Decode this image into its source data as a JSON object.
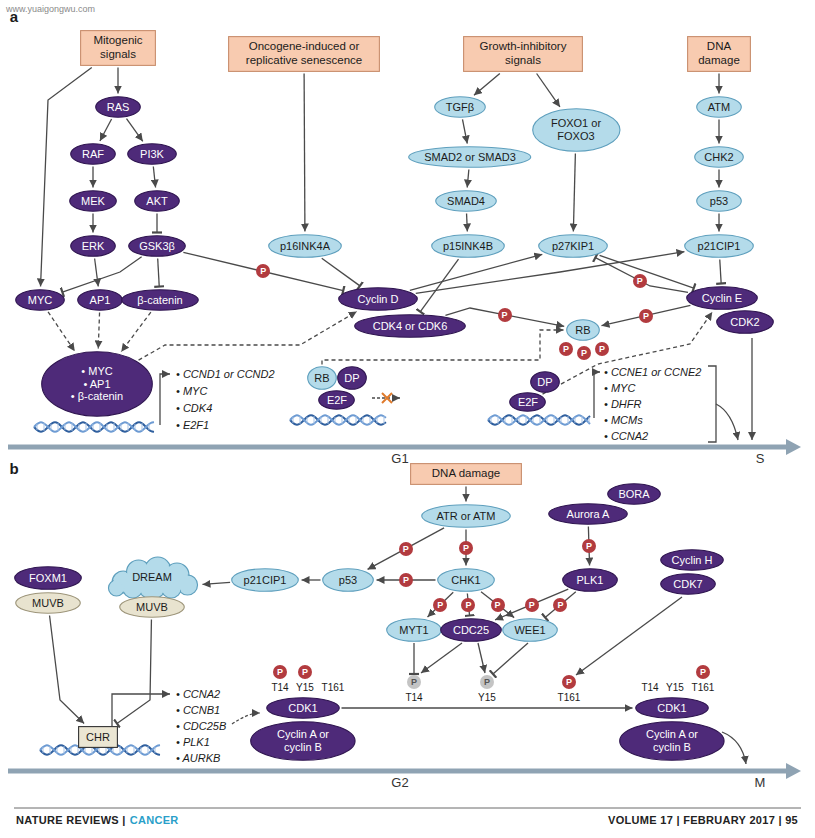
{
  "diagram": {
    "nodes": [
      {
        "text": [
          "Mitogenic signals"
        ]
      },
      {
        "text": [
          "RAS"
        ]
      },
      {
        "text": [
          "RAF"
        ]
      },
      {
        "text": [
          "PI3K"
        ]
      },
      {
        "text": [
          "MEK"
        ]
      },
      {
        "text": [
          "AKT"
        ]
      },
      {
        "text": [
          "ERK"
        ]
      },
      {
        "text": [
          "GSK3β"
        ]
      },
      {
        "text": [
          "MYC"
        ]
      },
      {
        "text": [
          "AP1"
        ]
      },
      {
        "text": [
          "β-catenin"
        ]
      },
      {
        "text": [
          "• MYC",
          "• AP1",
          "• β-catenin"
        ]
      },
      {
        "text": [
          "Oncogene-induced or replicative senescence"
        ]
      },
      {
        "text": [
          "p16INK4A"
        ]
      },
      {
        "text": [
          "Growth-inhibitory signals"
        ]
      },
      {
        "text": [
          "TGFβ"
        ]
      },
      {
        "text": [
          "SMAD2 or SMAD3"
        ]
      },
      {
        "text": [
          "SMAD4"
        ]
      },
      {
        "text": [
          "p15INK4B"
        ]
      },
      {
        "text": [
          "FOXO1 or FOXO3"
        ]
      },
      {
        "text": [
          "p27KIP1"
        ]
      },
      {
        "text": [
          "DNA damage"
        ]
      },
      {
        "text": [
          "ATM"
        ]
      },
      {
        "text": [
          "CHK2"
        ]
      },
      {
        "text": [
          "p53"
        ]
      },
      {
        "text": [
          "p21CIP1"
        ]
      },
      {
        "text": [
          "Cyclin D"
        ]
      },
      {
        "text": [
          "CDK4 or CDK6"
        ]
      },
      {
        "text": [
          "RB"
        ]
      },
      {
        "text": [
          "DP"
        ]
      },
      {
        "text": [
          "E2F"
        ]
      },
      {
        "text": [
          "RB"
        ]
      },
      {
        "text": [
          "DP"
        ]
      },
      {
        "text": [
          "E2F"
        ]
      },
      {
        "text": [
          "Cyclin E"
        ]
      },
      {
        "text": [
          "CDK2"
        ]
      },
      {
        "text": [
          "DNA damage"
        ]
      },
      {
        "text": [
          "ATR or ATM"
        ]
      },
      {
        "text": [
          "BORA"
        ]
      },
      {
        "text": [
          "Aurora A"
        ]
      },
      {
        "text": [
          "CHK1"
        ]
      },
      {
        "text": [
          "PLK1"
        ]
      },
      {
        "text": [
          "Cyclin H"
        ]
      },
      {
        "text": [
          "CDK7"
        ]
      },
      {
        "text": [
          "p53"
        ]
      },
      {
        "text": [
          "p21CIP1"
        ]
      },
      {
        "text": [
          "DREAM"
        ]
      },
      {
        "text": [
          "MUVB"
        ],
        "in": 46
      },
      {
        "text": [
          "FOXM1"
        ]
      },
      {
        "text": [
          "MUVB"
        ]
      },
      {
        "text": [
          "MYT1"
        ]
      },
      {
        "text": [
          "CDC25"
        ]
      },
      {
        "text": [
          "WEE1"
        ]
      },
      {
        "text": [
          "CHR"
        ]
      },
      {
        "text": [
          "CDK1"
        ]
      },
      {
        "text": [
          "Cyclin A or cyclin B"
        ]
      },
      {
        "text": [
          "CDK1"
        ]
      },
      {
        "text": [
          "Cyclin A or cyclin B"
        ]
      }
    ],
    "edges": [
      {
        "from": 0,
        "to": 1,
        "arrow": "to"
      },
      {
        "from": 0,
        "to": 8,
        "arrow": "to"
      },
      {
        "from": 1,
        "to": 2,
        "arrow": "to"
      },
      {
        "from": 1,
        "to": 3,
        "arrow": "to"
      },
      {
        "from": 2,
        "to": 4,
        "arrow": "to"
      },
      {
        "from": 4,
        "to": 6,
        "arrow": "to"
      },
      {
        "from": 3,
        "to": 5,
        "arrow": "to"
      },
      {
        "from": 5,
        "to": 7,
        "arrow": "to"
      },
      {
        "from": 7,
        "to": 8,
        "arrow": "to"
      },
      {
        "from": 6,
        "to": 9,
        "arrow": "to"
      },
      {
        "from": 7,
        "to": 10,
        "arrow": "to"
      },
      {
        "from": 7,
        "to": 26,
        "label": "P",
        "arrow": "to"
      },
      {
        "from": 8,
        "to": 11,
        "arrow": "to"
      },
      {
        "from": 9,
        "to": 11,
        "arrow": "to"
      },
      {
        "from": 10,
        "to": 11,
        "arrow": "to"
      },
      {
        "from": 11,
        "to": 26,
        "arrow": "to"
      },
      {
        "from": 12,
        "to": 13,
        "arrow": "to"
      },
      {
        "from": 13,
        "to": 26,
        "arrow": "to"
      },
      {
        "from": 14,
        "to": 15,
        "arrow": "to"
      },
      {
        "from": 14,
        "to": 19,
        "arrow": "to"
      },
      {
        "from": 15,
        "to": 16,
        "arrow": "to"
      },
      {
        "from": 16,
        "to": 17,
        "arrow": "to"
      },
      {
        "from": 17,
        "to": 18,
        "arrow": "to"
      },
      {
        "from": 18,
        "to": 27,
        "arrow": "to"
      },
      {
        "from": 19,
        "to": 20,
        "arrow": "to"
      },
      {
        "from": 21,
        "to": 22,
        "arrow": "to"
      },
      {
        "from": 22,
        "to": 23,
        "arrow": "to"
      },
      {
        "from": 23,
        "to": 24,
        "arrow": "to"
      },
      {
        "from": 24,
        "to": 25,
        "arrow": "to"
      },
      {
        "from": 25,
        "to": 34,
        "arrow": "to"
      },
      {
        "from": 20,
        "to": 34,
        "arrow": "to"
      },
      {
        "from": 26,
        "to": 20,
        "arrow": "to"
      },
      {
        "from": 26,
        "to": 25,
        "arrow": "to"
      },
      {
        "from": 34,
        "to": 20,
        "label": "P",
        "arrow": "to"
      },
      {
        "from": 34,
        "to": 31,
        "label": "P",
        "arrow": "to"
      },
      {
        "from": 27,
        "to": 31,
        "label": "P",
        "arrow": "to"
      },
      {
        "from": 28,
        "to": 31,
        "arrow": "to"
      },
      {
        "from": 33,
        "to": 34,
        "arrow": "to"
      },
      {
        "from": 36,
        "to": 37,
        "arrow": "to"
      },
      {
        "from": 37,
        "to": 44,
        "label": "P",
        "arrow": "to"
      },
      {
        "from": 37,
        "to": 40,
        "label": "P",
        "arrow": "to"
      },
      {
        "from": 40,
        "to": 44,
        "label": "P",
        "arrow": "to"
      },
      {
        "from": 44,
        "to": 45,
        "arrow": "to"
      },
      {
        "from": 45,
        "to": 46,
        "arrow": "to"
      },
      {
        "from": 39,
        "to": 41,
        "label": "P",
        "arrow": "to"
      },
      {
        "from": 40,
        "to": 50,
        "label": "P",
        "arrow": "to"
      },
      {
        "from": 40,
        "to": 51,
        "label": "P",
        "arrow": "to"
      },
      {
        "from": 40,
        "to": 52,
        "label": "P",
        "arrow": "to"
      },
      {
        "from": 41,
        "to": 51,
        "label": "P",
        "arrow": "to"
      },
      {
        "from": 41,
        "to": 52,
        "label": "P",
        "arrow": "to"
      },
      {
        "from": 49,
        "to": 53,
        "arrow": "to"
      },
      {
        "from": 46,
        "to": 53,
        "arrow": "to"
      },
      {
        "from": 54,
        "to": 56,
        "arrow": "to"
      }
    ],
    "labels": [
      "www.yuaigongwu.com",
      "a",
      "• CCND1 or CCND2",
      "• MYC",
      "• CDK4",
      "• E2F1",
      "P",
      "P",
      "P",
      "• CCNE1 or CCNE2",
      "• MYC",
      "• DHFR",
      "• MCMs",
      "• CCNA2",
      "G1",
      "S",
      "b",
      "• CCNA2",
      "• CCNB1",
      "• CDC25B",
      "• PLK1",
      "• AURKB",
      "P",
      "P",
      "T14",
      "Y15",
      "T161",
      "P",
      "T14",
      "P",
      "Y15",
      "P",
      "T161",
      "T14",
      "Y15",
      "T161",
      "P",
      "G2",
      "M",
      "NATURE REVIEWS |",
      "CANCER",
      "VOLUME 17 | FEBRUARY 2017 | 95"
    ]
  }
}
